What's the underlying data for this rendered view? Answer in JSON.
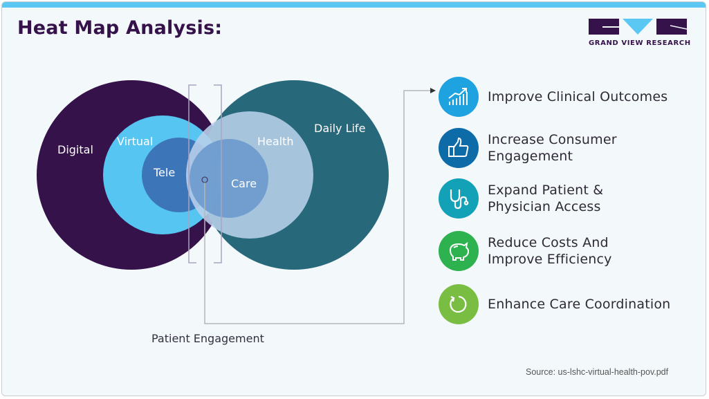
{
  "header": {
    "title": "Heat Map Analysis:"
  },
  "logo": {
    "text": "GRAND VIEW RESEARCH",
    "colors": {
      "dark": "#35124a",
      "accent": "#5ac8f2"
    }
  },
  "diagram": {
    "left_group": {
      "outer": {
        "label": "Digital",
        "color": "#35124a"
      },
      "middle": {
        "label": "Virtual",
        "color": "#56c5f1"
      },
      "inner": {
        "label": "Tele",
        "color": "#3d75b9"
      }
    },
    "right_group": {
      "outer": {
        "label": "Daily Life",
        "color": "#27687a"
      },
      "middle": {
        "label": "Health",
        "color": "#b3cbe6"
      },
      "inner": {
        "label": "Care",
        "color": "#6f9ccf"
      }
    },
    "connector_label": "Patient Engagement"
  },
  "outcomes": [
    {
      "label_line1": "Improve Clinical Outcomes",
      "label_line2": "",
      "icon": "growth-chart-icon",
      "color": "#1fa3e0"
    },
    {
      "label_line1": "Increase Consumer",
      "label_line2": "Engagement",
      "icon": "thumbs-up-icon",
      "color": "#0d6ba8"
    },
    {
      "label_line1": "Expand Patient &",
      "label_line2": "Physician Access",
      "icon": "stethoscope-icon",
      "color": "#13a1b8"
    },
    {
      "label_line1": "Reduce Costs And",
      "label_line2": "Improve Efficiency",
      "icon": "piggy-bank-icon",
      "color": "#2eb14f"
    },
    {
      "label_line1": "Enhance Care Coordination",
      "label_line2": "",
      "icon": "refresh-cycle-icon",
      "color": "#79bd43"
    }
  ],
  "footer": {
    "source": "Source: us-lshc-virtual-health-pov.pdf"
  }
}
